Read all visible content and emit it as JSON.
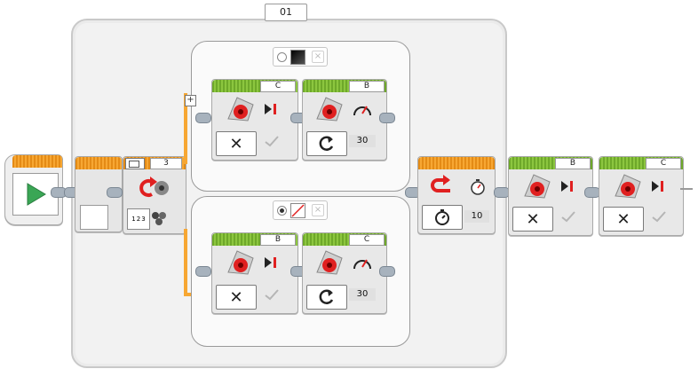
{
  "loop": {
    "label": "01"
  },
  "switch": {
    "count": "3",
    "scale_labels": [
      "1",
      "2",
      "3"
    ]
  },
  "cases": {
    "top": {
      "selected": false
    },
    "bottom": {
      "selected": true
    }
  },
  "blocks": {
    "top_motor_1": {
      "port": "C"
    },
    "top_motor_2": {
      "port": "B",
      "value": "30"
    },
    "bottom_motor_1": {
      "port": "B"
    },
    "bottom_motor_2": {
      "port": "C",
      "value": "30"
    },
    "wait": {
      "value": "10"
    },
    "final_motor_1": {
      "port": "B"
    },
    "final_motor_2": {
      "port": "C"
    }
  },
  "icons": {
    "start": "play-triangle-icon",
    "motor": "motor-icon",
    "stop": "stop-icon",
    "close": "x-icon",
    "check": "check-icon",
    "rotate": "rotate-icon",
    "timer": "stopwatch-icon",
    "loop_arrow": "loop-arrow-icon"
  },
  "colors": {
    "orange": "#f7a733",
    "green": "#8cc63f",
    "play": "#3aa655",
    "motor_red": "#e02020"
  }
}
